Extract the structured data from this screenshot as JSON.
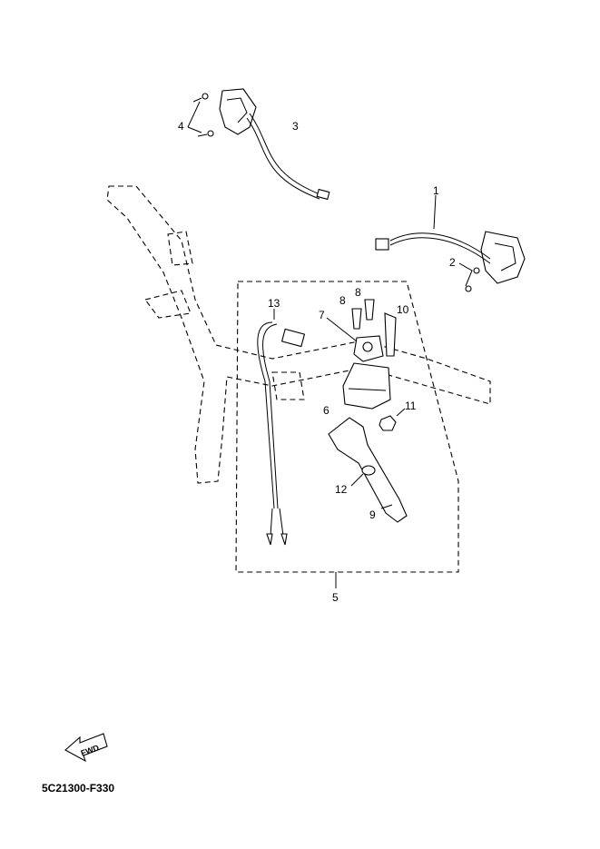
{
  "callouts": {
    "c1": "1",
    "c2": "2",
    "c3": "3",
    "c4": "4",
    "c5": "5",
    "c6": "6",
    "c7": "7",
    "c8a": "8",
    "c8b": "8",
    "c9": "9",
    "c10": "10",
    "c11": "11",
    "c12": "12",
    "c13": "13"
  },
  "direction_label": "FWD",
  "diagram_code": "5C21300-F330",
  "colors": {
    "ink": "#000000",
    "background": "#ffffff"
  }
}
